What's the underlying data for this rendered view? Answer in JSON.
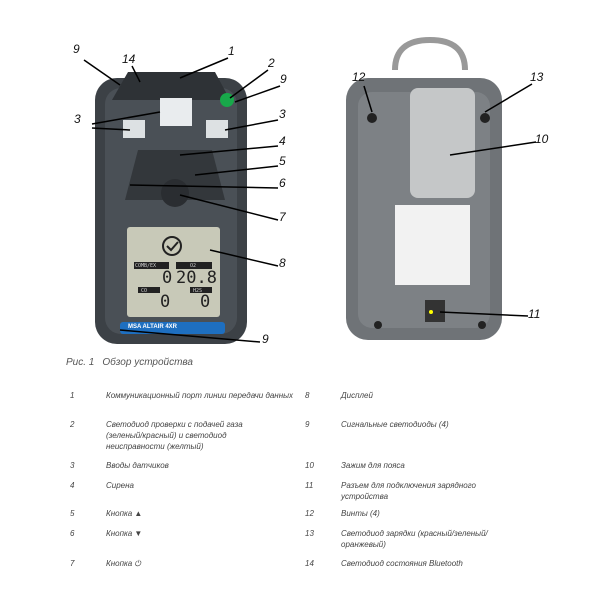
{
  "figure": {
    "caption_number": "Рис. 1",
    "caption_title": "Обзор устройства",
    "device_brand": "MSA ALTAIR 4XR",
    "display": {
      "labels": [
        "COMB/EX",
        "O2",
        "CO",
        "H2S"
      ],
      "values": [
        "0",
        "20.8",
        "0",
        "0"
      ]
    },
    "callouts_front": [
      "9",
      "14",
      "1",
      "2",
      "9",
      "3",
      "3",
      "4",
      "5",
      "6",
      "7",
      "8",
      "9"
    ],
    "callouts_back": [
      "12",
      "13",
      "10",
      "11"
    ]
  },
  "legend": [
    {
      "n": "1",
      "text": "Коммуникационный порт линии передачи данных"
    },
    {
      "n": "2",
      "text": "Светодиод проверки с подачей газа (зеленый/красный) и светодиод неисправности (желтый)"
    },
    {
      "n": "3",
      "text": "Вводы датчиков"
    },
    {
      "n": "4",
      "text": "Сирена"
    },
    {
      "n": "5",
      "text": "Кнопка ▲"
    },
    {
      "n": "6",
      "text": "Кнопка ▼"
    },
    {
      "n": "7",
      "text": "Кнопка ⏻"
    },
    {
      "n": "8",
      "text": "Дисплей"
    },
    {
      "n": "9",
      "text": "Сигнальные светодиоды (4)"
    },
    {
      "n": "10",
      "text": "Зажим для пояса"
    },
    {
      "n": "11",
      "text": "Разъем для подключения зарядного устройства"
    },
    {
      "n": "12",
      "text": "Винты (4)"
    },
    {
      "n": "13",
      "text": "Светодиод зарядки (красный/зеленый/ оранжевый)"
    },
    {
      "n": "14",
      "text": "Светодиод состояния Bluetooth"
    }
  ]
}
